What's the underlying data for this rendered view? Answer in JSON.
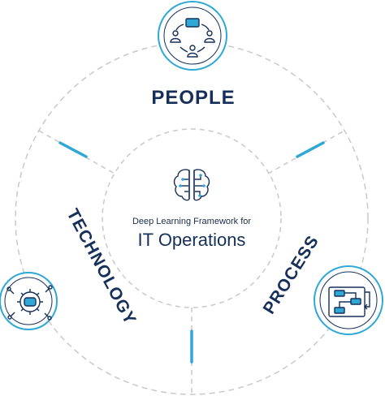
{
  "center": {
    "subtitle": "Deep Learning Framework for",
    "title": "IT Operations",
    "icon": "brain-circuit-icon"
  },
  "segments": [
    {
      "label": "PEOPLE",
      "icon": "team-network-icon"
    },
    {
      "label": "PROCESS",
      "icon": "process-flowchart-icon"
    },
    {
      "label": "TECHNOLOGY",
      "icon": "gear-brain-icon"
    }
  ],
  "colors": {
    "navy": "#16305a",
    "accent": "#2fa8d5",
    "dash": "#c9c9c9",
    "circle_stroke": "#2fa8d5"
  }
}
